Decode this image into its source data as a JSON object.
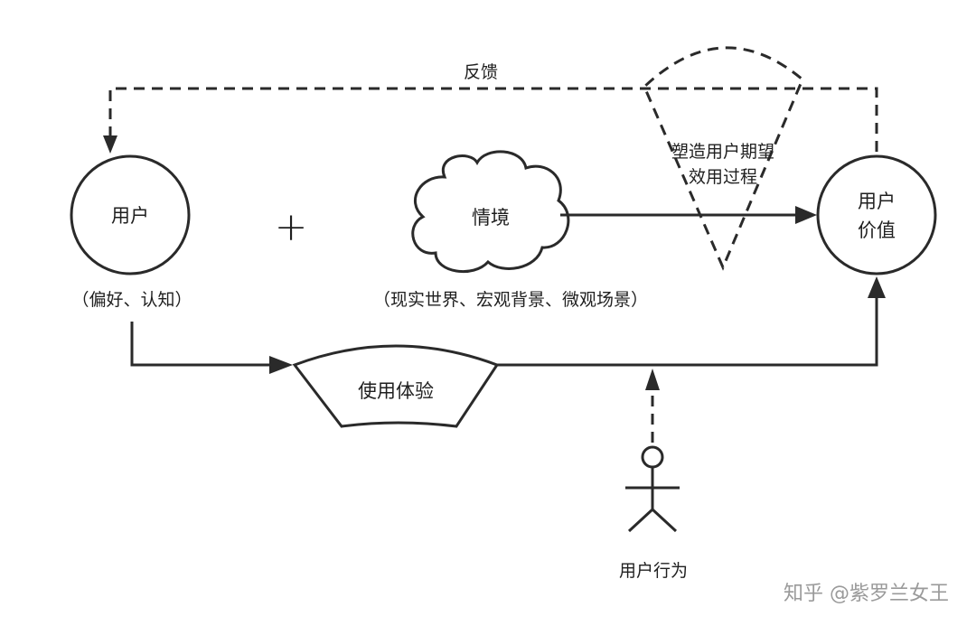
{
  "diagram": {
    "feedback_label": "反馈",
    "user_node": {
      "label": "用户"
    },
    "user_note": "（偏好、认知）",
    "plus_sign": "+",
    "context_node": {
      "label": "情境"
    },
    "context_note": "（现实世界、宏观背景、微观场景）",
    "expectation_node": {
      "line1": "塑造用户期望",
      "line2": "效用过程"
    },
    "value_node": {
      "line1": "用户",
      "line2": "价值"
    },
    "experience_node": {
      "label": "使用体验"
    },
    "actor_label": "用户行为",
    "watermark": "知乎 @紫罗兰女王"
  }
}
